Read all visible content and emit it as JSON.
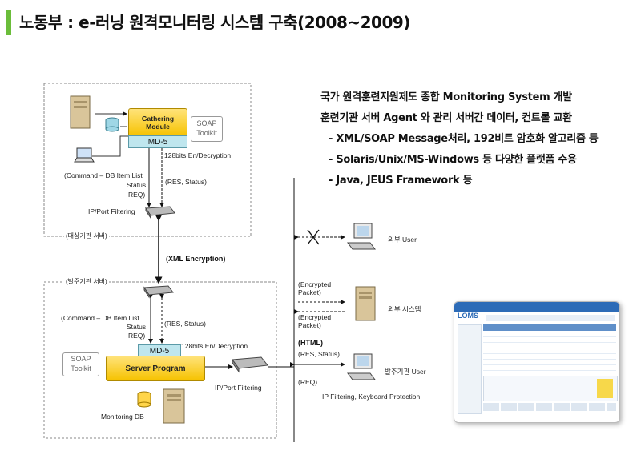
{
  "title": "노동부 : e-러닝 원격모니터링 시스템 구축(2008~2009)",
  "description": [
    "국가 원격훈련지원제도 종합 Monitoring System 개발",
    "훈련기관 서버 Agent 와 관리 서버간 데이터, 컨트롤 교환",
    "- XML/SOAP Message처리, 192비트 암호화 알고리즘 등",
    "- Solaris/Unix/MS-Windows 등 다양한 플랫폼 수용",
    "- Java, JEUS Framework 등"
  ],
  "upper_box": {
    "label": "(대상기관 서버)",
    "gathering": "Gathering Module",
    "md5": "MD-5",
    "soap": "SOAP Toolkit",
    "crypto": "128bits En/Decryption",
    "command_l1": "(Command – DB Item List",
    "command_l2": "Status",
    "command_l3": "REQ)",
    "res": "(RES, Status)",
    "filter": "IP/Port Filtering"
  },
  "xml_encryption": "(XML Encryption)",
  "lower_box": {
    "label": "(발주기관 서버)",
    "command_l1": "(Command – DB Item List",
    "command_l2": "Status",
    "command_l3": "REQ)",
    "res": "(RES, Status)",
    "md5": "MD-5",
    "crypto": "128bits En/Decryption",
    "soap": "SOAP Toolkit",
    "server": "Server Program",
    "filter": "IP/Port Filtering",
    "db": "Monitoring DB"
  },
  "right_side": {
    "external_user": "외부 User",
    "enc_packet": "(Encrypted Packet)",
    "external_system": "외부 시스템",
    "html": "(HTML)",
    "res": "(RES, Status)",
    "req": "(REQ)",
    "client_user": "발주기관 User",
    "protection": "IP Filtering, Keyboard Protection"
  },
  "screenshot": {
    "brand": "LOMS"
  },
  "colors": {
    "accent": "#6bbd3a",
    "gold": "#f6c200",
    "md5": "#bfe6ee"
  }
}
